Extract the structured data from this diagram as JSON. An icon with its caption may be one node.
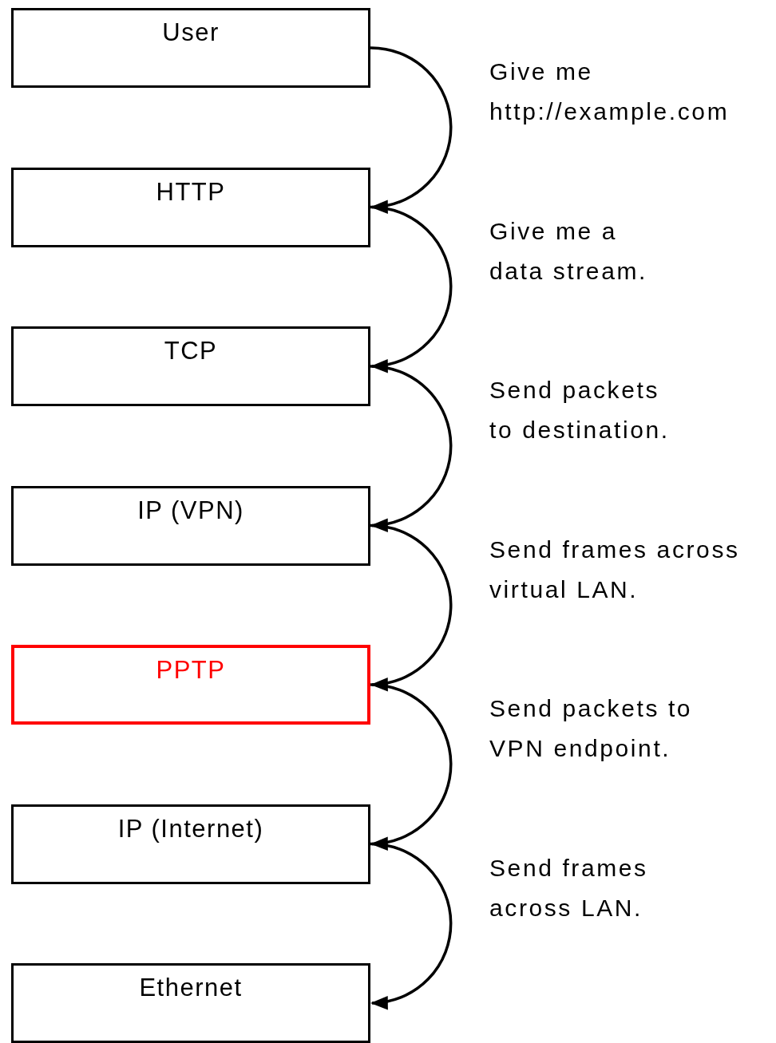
{
  "diagram": {
    "nodes": [
      {
        "text": [
          "User"
        ]
      },
      {
        "text": [
          "HTTP"
        ]
      },
      {
        "text": [
          "TCP"
        ]
      },
      {
        "text": [
          "IP (VPN)"
        ]
      },
      {
        "text": [
          "PPTP"
        ]
      },
      {
        "text": [
          "IP (Internet)"
        ]
      },
      {
        "text": [
          "Ethernet"
        ]
      }
    ],
    "edges": [
      {
        "from": 0,
        "to": 1,
        "arrow": "to",
        "label": "Give me http://example.com"
      },
      {
        "from": 1,
        "to": 2,
        "arrow": "to",
        "label": "Give me a data stream."
      },
      {
        "from": 2,
        "to": 3,
        "arrow": "to",
        "label": "Send packets to destination."
      },
      {
        "from": 3,
        "to": 4,
        "arrow": "to",
        "label": "Send frames across virtual LAN."
      },
      {
        "from": 4,
        "to": 5,
        "arrow": "to",
        "label": "Send packets to VPN endpoint."
      },
      {
        "from": 5,
        "to": 6,
        "arrow": "to",
        "label": "Send frames across LAN."
      }
    ]
  }
}
